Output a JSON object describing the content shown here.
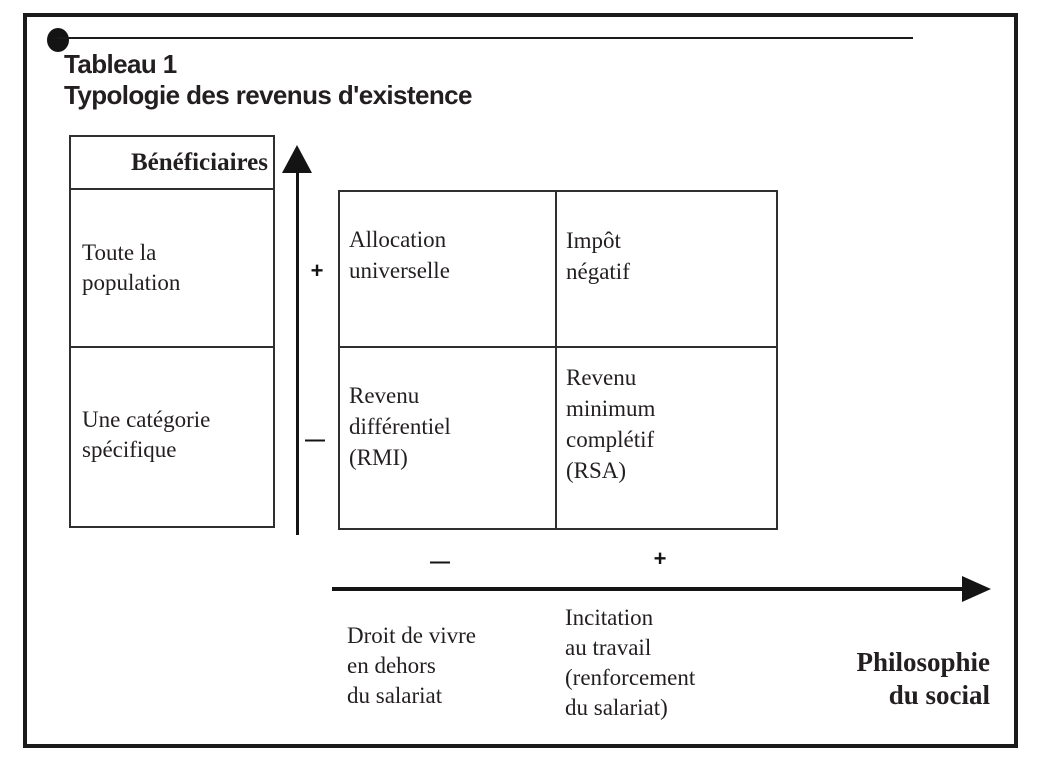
{
  "figure": {
    "number": "Tableau 1",
    "title": "Typologie des revenus d'existence"
  },
  "beneficiaries_table": {
    "header": "Bénéficiaires",
    "rows": [
      {
        "label": "Toute la\npopulation"
      },
      {
        "label": "Une catégorie\nspécifique"
      }
    ]
  },
  "matrix": {
    "top_left": "Allocation\nuniverselle",
    "top_right": "Impôt\nnégatif",
    "bottom_left": "Revenu\ndifférentiel\n(RMI)",
    "bottom_right": "Revenu\nminimum\ncomplétif\n(RSA)"
  },
  "vertical_axis": {
    "plus": "+",
    "minus": "—"
  },
  "horizontal_axis": {
    "minus": "—",
    "plus": "+",
    "left_caption": "Droit de vivre\nen dehors\ndu salariat",
    "right_caption": "Incitation\nau travail\n(renforcement\ndu salariat)",
    "axis_label": "Philosophie\ndu social"
  },
  "colors": {
    "ink": "#231f20",
    "table_border": "#2f2f2f",
    "arrow": "#141414",
    "background": "#ffffff"
  }
}
